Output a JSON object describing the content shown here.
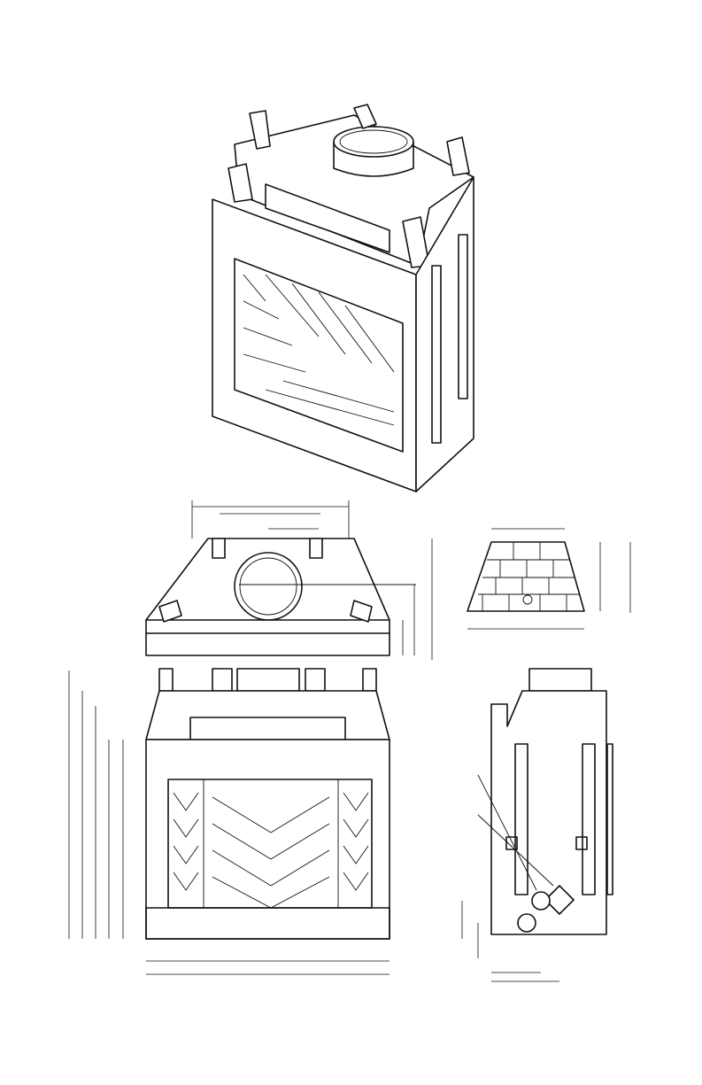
{
  "document": {
    "type": "technical drawing",
    "views": [
      "isometric-view",
      "top-view",
      "refractory-rear-panel-view",
      "front-elevation-view",
      "side-elevation-view"
    ]
  },
  "colors": {
    "line": "#111111",
    "background": "#ffffff"
  }
}
